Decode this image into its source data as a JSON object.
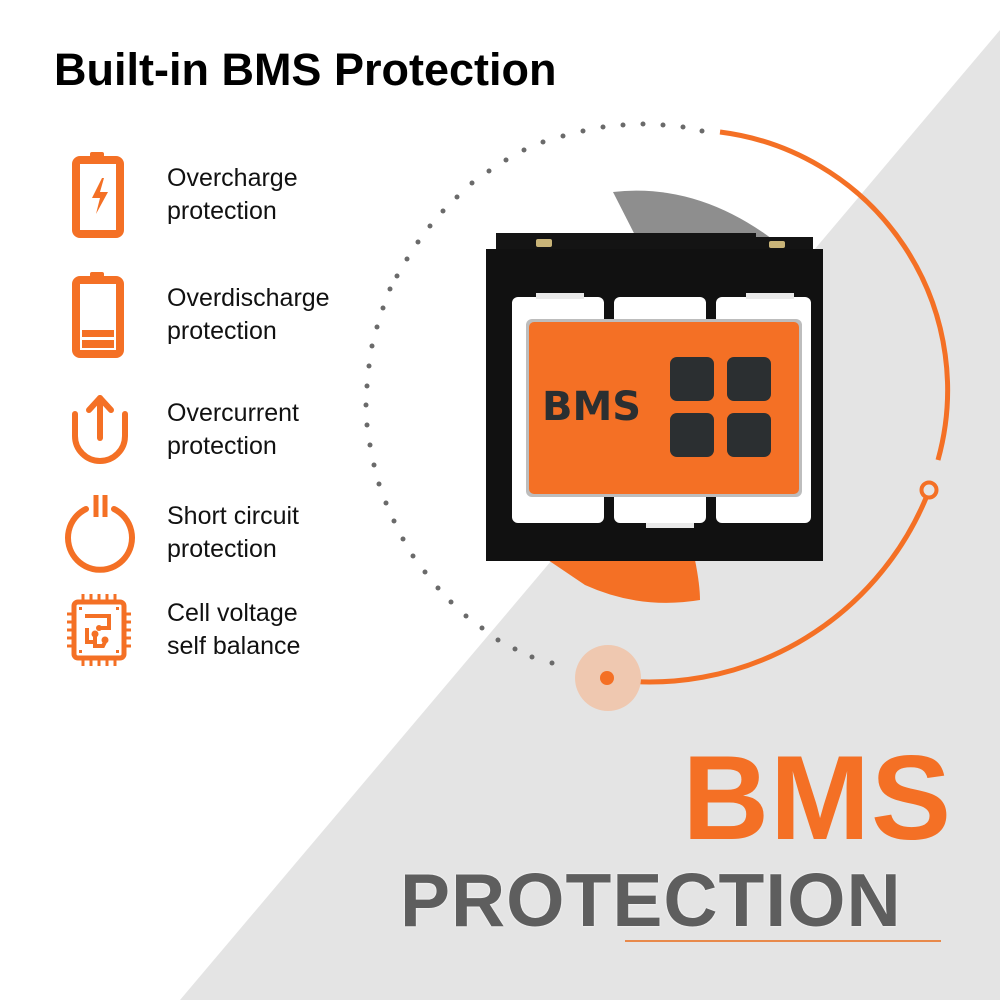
{
  "title": "Built-in BMS Protection",
  "features": [
    {
      "icon": "battery-charging-icon",
      "label": "Overcharge\nprotection"
    },
    {
      "icon": "battery-low-icon",
      "label": "Overdischarge\nprotection"
    },
    {
      "icon": "arrow-up-u-icon",
      "label": "Overcurrent\nprotection"
    },
    {
      "icon": "power-icon",
      "label": "Short circuit\nprotection"
    },
    {
      "icon": "chip-circuit-icon",
      "label": "Cell voltage\nself balance"
    }
  ],
  "battery": {
    "module_label": "BMS"
  },
  "headline": {
    "line1": "BMS",
    "line2": "PROTECTION"
  },
  "colors": {
    "accent": "#f47025",
    "text": "#111111",
    "headline_gray": "#5e5e5e",
    "background_gray": "#e4e4e4",
    "battery_black": "#111111",
    "chip_dark": "#2b2f31"
  }
}
